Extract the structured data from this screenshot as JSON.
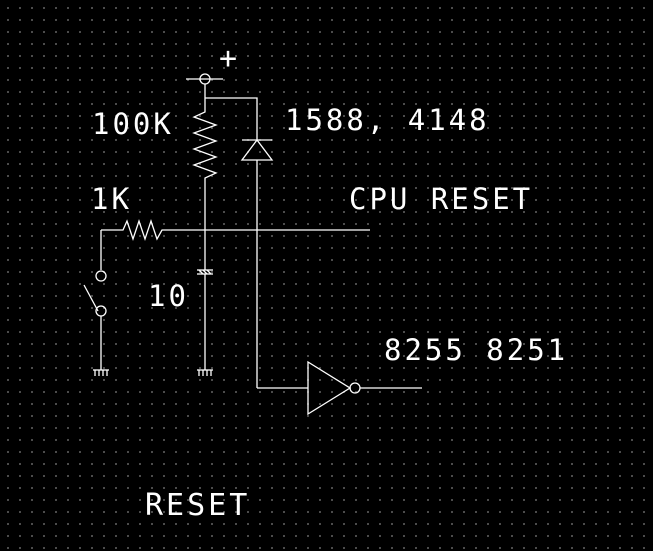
{
  "labels": {
    "r_pullup": "100K",
    "diode": "1588, 4148",
    "r_series": "1K",
    "cpu_reset": "CPU RESET",
    "capacitor": "10",
    "outputs": "8255  8251",
    "title": "RESET",
    "plus": "+"
  }
}
